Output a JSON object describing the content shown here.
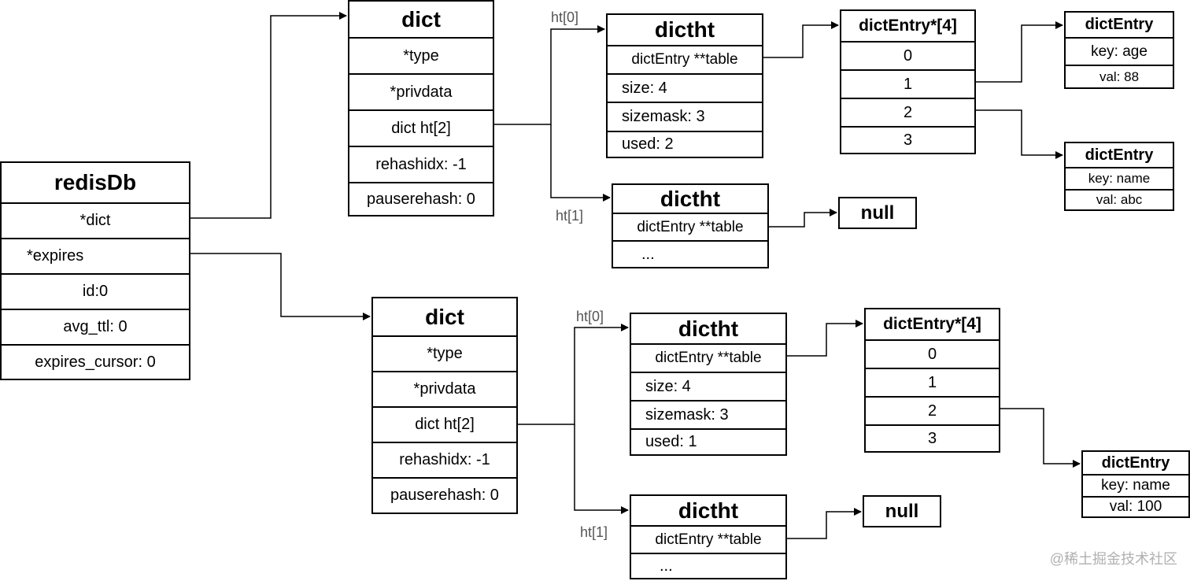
{
  "redisDb": {
    "title": "redisDb",
    "fields": [
      "*dict",
      "*expires",
      "id:0",
      "avg_ttl: 0",
      "expires_cursor: 0"
    ]
  },
  "dict_main": {
    "title": "dict",
    "fields": [
      "*type",
      "*privdata",
      "dict ht[2]",
      "rehashidx: -1",
      "pauserehash: 0"
    ]
  },
  "dict_expires": {
    "title": "dict",
    "fields": [
      "*type",
      "*privdata",
      "dict ht[2]",
      "rehashidx: -1",
      "pauserehash: 0"
    ]
  },
  "main_ht0": {
    "label": "ht[0]",
    "title": "dictht",
    "fields": [
      "dictEntry **table",
      "size: 4",
      "sizemask: 3",
      "used: 2"
    ]
  },
  "main_ht1": {
    "label": "ht[1]",
    "title": "dictht",
    "fields": [
      "dictEntry **table",
      "..."
    ],
    "null": "null"
  },
  "expires_ht0": {
    "label": "ht[0]",
    "title": "dictht",
    "fields": [
      "dictEntry **table",
      "size: 4",
      "sizemask: 3",
      "used: 1"
    ]
  },
  "expires_ht1": {
    "label": "ht[1]",
    "title": "dictht",
    "fields": [
      "dictEntry **table",
      "..."
    ],
    "null": "null"
  },
  "main_buckets": {
    "title": "dictEntry*[4]",
    "slots": [
      "0",
      "1",
      "2",
      "3"
    ]
  },
  "expires_buckets": {
    "title": "dictEntry*[4]",
    "slots": [
      "0",
      "1",
      "2",
      "3"
    ]
  },
  "entry_age": {
    "title": "dictEntry",
    "fields": [
      "key: age",
      "val: 88"
    ]
  },
  "entry_second": {
    "title": "dictEntry",
    "fields": [
      "key: name",
      "val: abc"
    ]
  },
  "entry_expire": {
    "title": "dictEntry",
    "fields": [
      "key: name",
      "val: 100"
    ]
  },
  "watermark": "@稀土掘金技术社区"
}
